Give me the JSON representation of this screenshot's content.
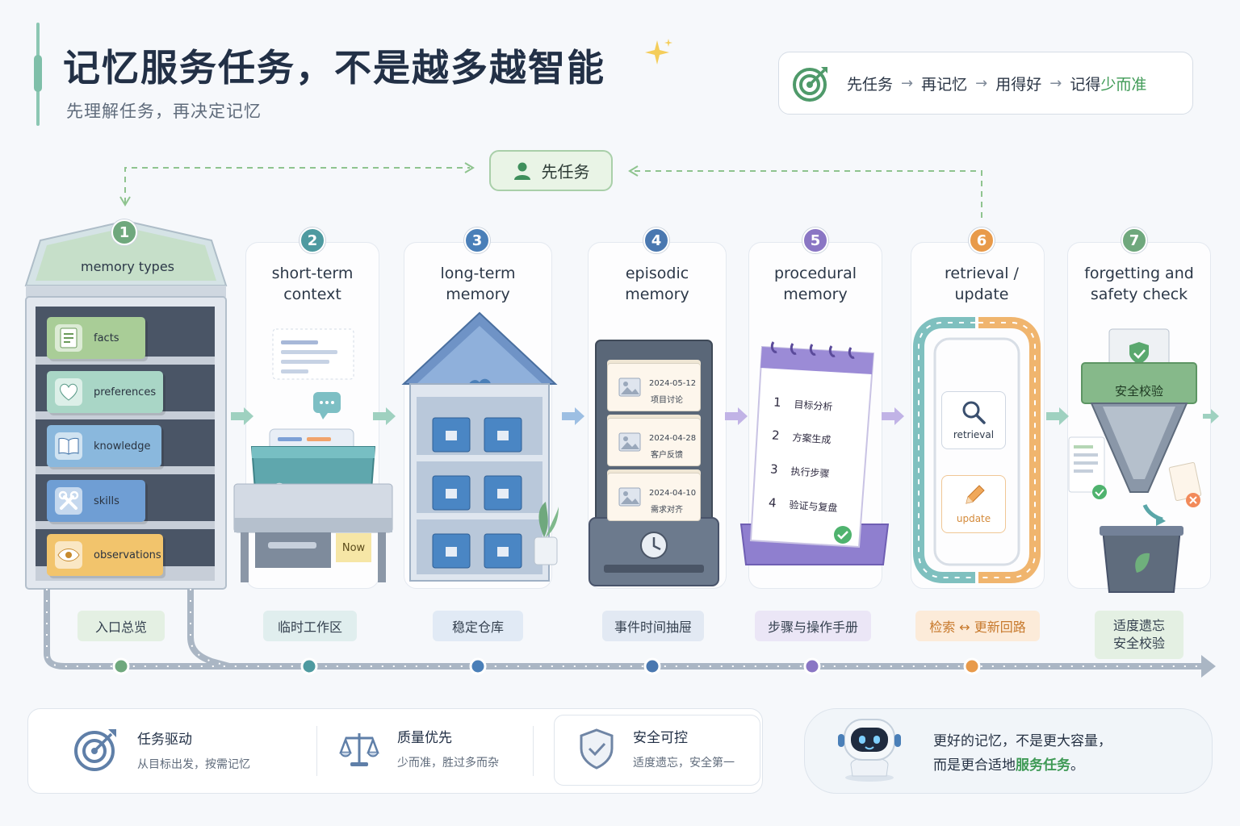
{
  "header": {
    "title": "记忆服务任务，不是越多越智能",
    "subtitle": "先理解任务，再决定记忆"
  },
  "principle": {
    "steps": [
      "先任务",
      "再记忆",
      "用得好",
      "记得"
    ],
    "last_accent": "少而准",
    "arrow": "→"
  },
  "top_badge": {
    "label": "先任务"
  },
  "stages": [
    {
      "num": "1",
      "label_line1": "memory types",
      "label_line2": "",
      "tag": "入口总览",
      "color": "#6fa87d"
    },
    {
      "num": "2",
      "label_line1": "short-term",
      "label_line2": "context",
      "tag": "临时工作区",
      "color": "#4e9aa0"
    },
    {
      "num": "3",
      "label_line1": "long-term",
      "label_line2": "memory",
      "tag": "稳定仓库",
      "color": "#4a7fb8"
    },
    {
      "num": "4",
      "label_line1": "episodic",
      "label_line2": "memory",
      "tag": "事件时间抽屉",
      "color": "#4a78b0"
    },
    {
      "num": "5",
      "label_line1": "procedural",
      "label_line2": "memory",
      "tag": "步骤与操作手册",
      "color": "#8a76c4"
    },
    {
      "num": "6",
      "label_line1": "retrieval /",
      "label_line2": "update",
      "tag": "检索 ↔ 更新回路",
      "color": "#e89a4a"
    },
    {
      "num": "7",
      "label_line1": "forgetting and",
      "label_line2": "safety check",
      "tag_line1": "适度遗忘",
      "tag_line2": "安全校验",
      "color": "#6fa87d"
    }
  ],
  "memory_types": {
    "items": [
      {
        "label": "facts",
        "icon": "document-icon"
      },
      {
        "label": "preferences",
        "icon": "heart-icon"
      },
      {
        "label": "knowledge",
        "icon": "book-icon"
      },
      {
        "label": "skills",
        "icon": "tools-icon"
      },
      {
        "label": "observations",
        "icon": "eye-icon"
      }
    ]
  },
  "short_term": {
    "note": "Now"
  },
  "episodic": {
    "cards": [
      {
        "date": "2024-05-12",
        "text": "项目讨论"
      },
      {
        "date": "2024-04-28",
        "text": "客户反馈"
      },
      {
        "date": "2024-04-10",
        "text": "需求对齐"
      }
    ]
  },
  "procedural": {
    "steps": [
      {
        "n": "1",
        "text": "目标分析"
      },
      {
        "n": "2",
        "text": "方案生成"
      },
      {
        "n": "3",
        "text": "执行步骤"
      },
      {
        "n": "4",
        "text": "验证与复盘"
      }
    ]
  },
  "retrieval": {
    "search_label": "retrieval",
    "update_label": "update"
  },
  "safety": {
    "filter_label": "安全校验"
  },
  "features": [
    {
      "title": "任务驱动",
      "desc": "从目标出发，按需记忆",
      "icon": "target-icon"
    },
    {
      "title": "质量优先",
      "desc": "少而准，胜过多而杂",
      "icon": "scale-icon"
    },
    {
      "title": "安全可控",
      "desc": "适度遗忘，安全第一",
      "icon": "shield-check-icon"
    }
  ],
  "quote": {
    "line1": "更好的记忆，不是更大容量，",
    "line2_prefix": "而是更合适地",
    "line2_accent": "服务任务",
    "line2_suffix": "。"
  },
  "colors": {
    "green": "#6fa87d",
    "teal": "#4e9aa0",
    "blue": "#4a7fb8",
    "purple": "#8a76c4",
    "orange": "#e89a4a",
    "accent_text": "#3f9a56"
  }
}
